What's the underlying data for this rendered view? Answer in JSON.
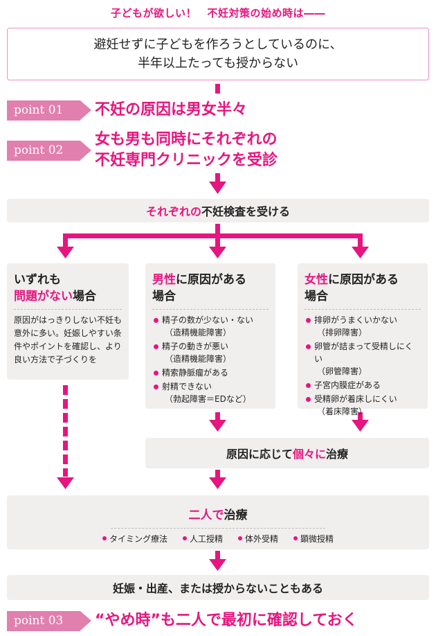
{
  "header": "子どもが欲しい！　不妊対策の始め時は――",
  "intro": {
    "line1": "避妊せずに子どもを作ろうとしているのに、",
    "line2": "半年以上たっても授からない"
  },
  "points": [
    {
      "tag": "point 01",
      "lines": [
        "不妊の原因は男女半々"
      ]
    },
    {
      "tag": "point 02",
      "lines": [
        "女も男も同時にそれぞれの",
        "不妊専門クリニックを受診"
      ]
    },
    {
      "tag": "point 03",
      "lines": [
        "“やめ時”も二人で最初に確認しておく"
      ]
    }
  ],
  "tests_bar": {
    "pink": "それぞれの",
    "rest": "不妊検査を受ける"
  },
  "cards": {
    "none": {
      "title_line1": "いずれも",
      "title_pink": "問題がない",
      "title_rest": "場合",
      "body": "原因がはっきりしない不妊も意外に多い。妊娠しやすい条件やポイントを確認し、より良い方法で子づくりを"
    },
    "male": {
      "title_pink": "男性",
      "title_rest": "に原因がある",
      "title_line2": "場合",
      "items": [
        {
          "text": "精子の数が少ない・ない",
          "sub": "（造精機能障害）"
        },
        {
          "text": "精子の動きが悪い",
          "sub": "（造精機能障害）"
        },
        {
          "text": "精索静脈瘤がある",
          "sub": ""
        },
        {
          "text": "射精できない",
          "sub": "（勃起障害＝EDなど）"
        }
      ]
    },
    "female": {
      "title_pink": "女性",
      "title_rest": "に原因がある",
      "title_line2": "場合",
      "items": [
        {
          "text": "排卵がうまくいかない",
          "sub": "（排卵障害）"
        },
        {
          "text": "卵管が詰まって受精しにくい",
          "sub": "（卵管障害）"
        },
        {
          "text": "子宮内膜症がある",
          "sub": ""
        },
        {
          "text": "受精卵が着床しにくい",
          "sub": "（着床障害）"
        }
      ]
    }
  },
  "treat_bar": {
    "a": "原因に応じて",
    "pink": "個々に",
    "b": "治療"
  },
  "couple": {
    "pink": "二人で",
    "rest": "治療",
    "methods": [
      "タイミング療法",
      "人工授精",
      "体外受精",
      "顕微授精"
    ]
  },
  "outcome": "妊娠・出産、または授からないこともある",
  "colors": {
    "accent": "#e6157f",
    "tag": "#e17fae",
    "box": "#f1eeee"
  }
}
